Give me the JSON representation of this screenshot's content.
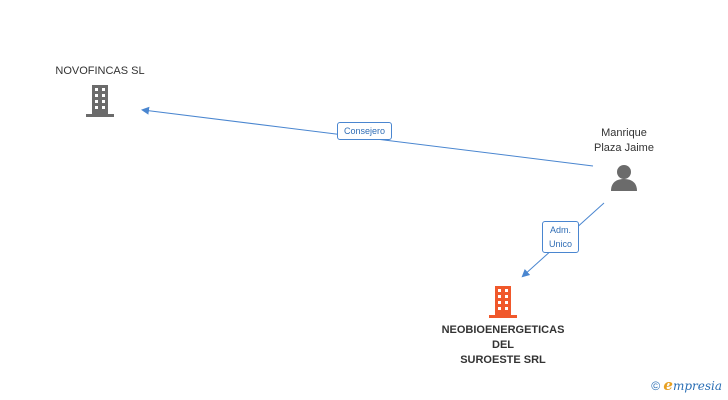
{
  "nodes": {
    "novofincas": {
      "name": "NOVOFINCAS SL",
      "color": "#6b6b6b"
    },
    "manrique": {
      "name": "Manrique\nPlaza Jaime",
      "color": "#6b6b6b"
    },
    "neobio": {
      "name": "NEOBIOENERGETICAS\nDEL\nSUROESTE SRL",
      "color": "#f0582b"
    }
  },
  "edges": {
    "consejero": {
      "label": "Consejero",
      "color": "#4a86d0"
    },
    "adm_unico": {
      "label": "Adm.\nUnico",
      "color": "#4a86d0"
    }
  },
  "footer": {
    "copyright": "©",
    "brand_initial": "e",
    "brand_rest": "mpresia"
  }
}
